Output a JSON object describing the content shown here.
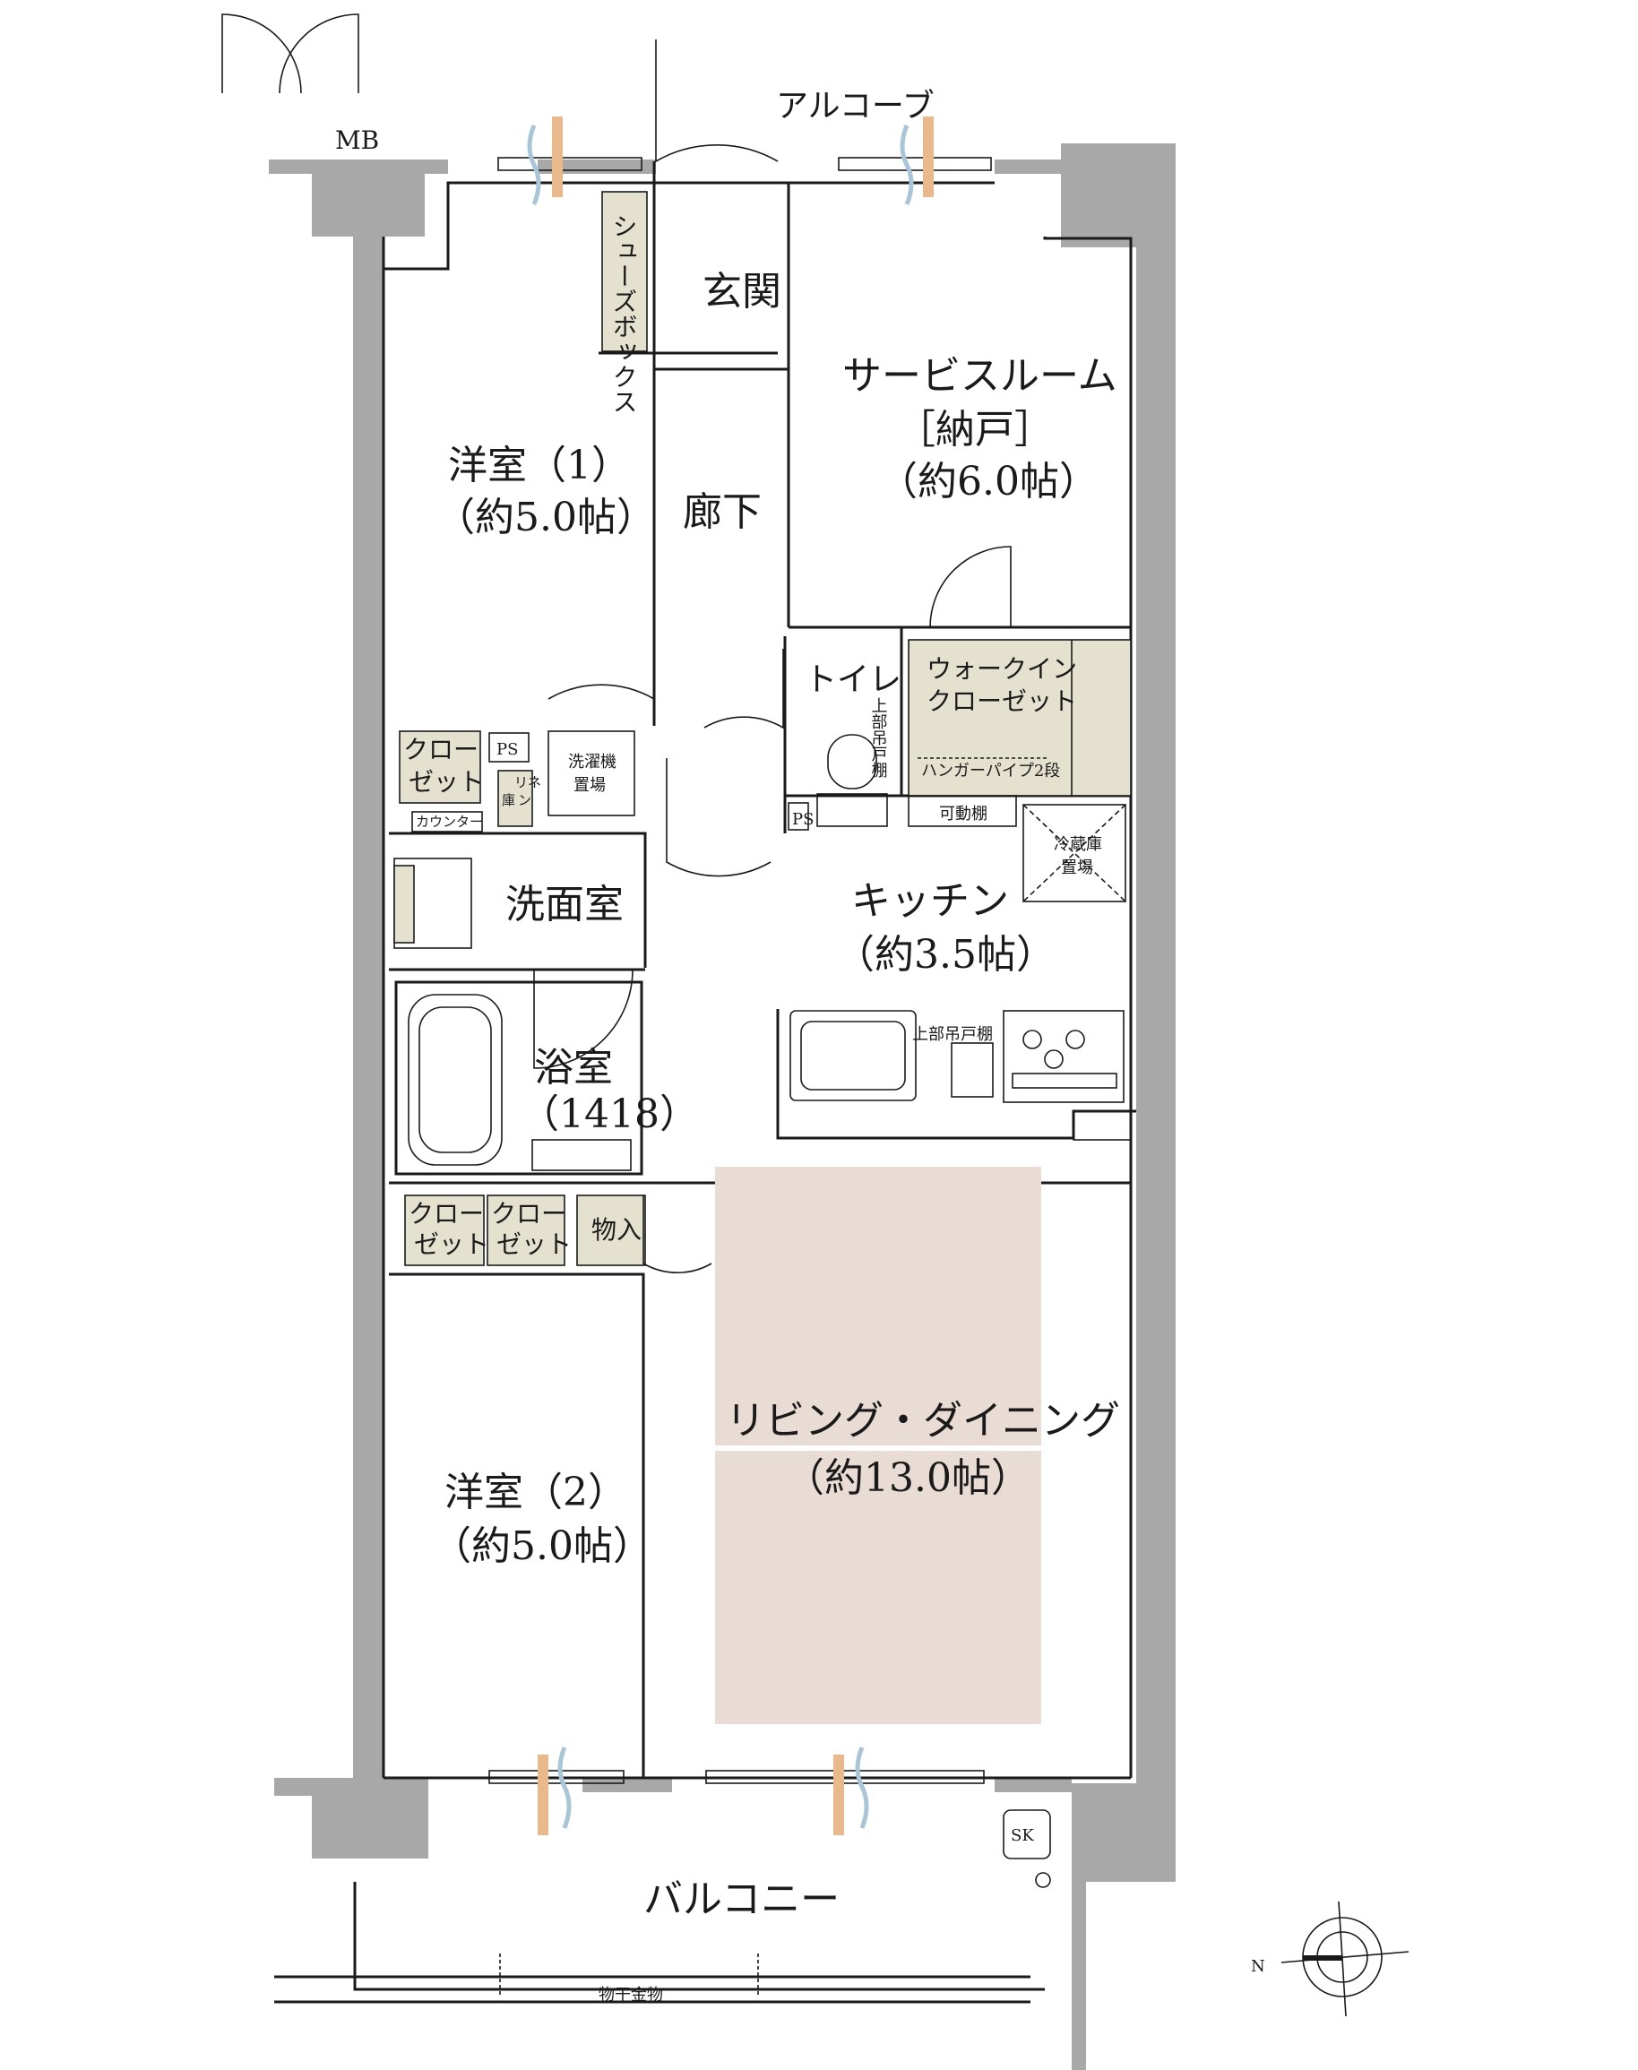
{
  "labels": {
    "alcove": "アルコーブ",
    "mb": "MB",
    "shoe_box": "シューズボックス",
    "genkan": "玄関",
    "service_room_line1": "サービスルーム",
    "service_room_line2": "［納戸］",
    "service_room_size": "（約6.0帖）",
    "room1_name": "洋室（1）",
    "room1_size": "（約5.0帖）",
    "corridor": "廊下",
    "toilet": "トイレ",
    "toilet_upper_shelf": "上部吊戸棚",
    "wic_line1": "ウォークイン",
    "wic_line2": "クローゼット",
    "hanger_pipe": "ハンガーパイプ2段",
    "movable_shelf": "可動棚",
    "closet_line1": "クロー",
    "closet_line2": "ゼット",
    "ps": "PS",
    "washer_line1": "洗濯機",
    "washer_line2": "置場",
    "linen_line1": "リネ",
    "linen_line2": "ン",
    "linen_line3": "庫",
    "counter": "カウンター",
    "washroom": "洗面室",
    "fridge_line1": "冷蔵庫",
    "fridge_line2": "置場",
    "kitchen": "キッチン",
    "kitchen_size": "（約3.5帖）",
    "kitchen_upper_shelf": "上部吊戸棚",
    "bathroom": "浴室",
    "bathroom_size": "（1418）",
    "storage": "物入",
    "ld_name": "リビング・ダイニング",
    "ld_size": "（約13.0帖）",
    "room2_name": "洋室（2）",
    "room2_size": "（約5.0帖）",
    "sk": "SK",
    "balcony": "バルコニー",
    "drying_rack": "物干金物",
    "north": "N"
  },
  "colors": {
    "wall": "#a8a8a8",
    "storage_fill": "#e5e1cf",
    "living_fill": "#e8dcd4",
    "airflow_orange": "#e9b98c",
    "airflow_blue": "#a9c6d8"
  },
  "icons": [
    "door-swing-icon",
    "airflow-icon",
    "compass-icon",
    "toilet-icon",
    "bathtub-icon",
    "sink-icon",
    "stove-icon"
  ]
}
